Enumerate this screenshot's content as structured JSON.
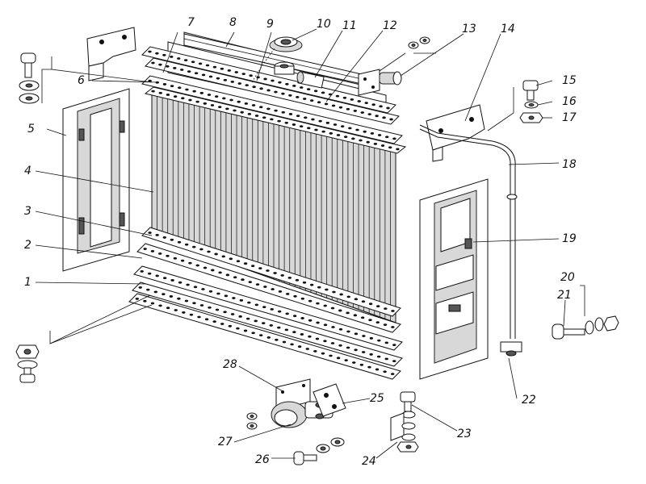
{
  "figure": {
    "callouts": [
      "1",
      "2",
      "3",
      "4",
      "5",
      "6",
      "7",
      "8",
      "9",
      "10",
      "11",
      "12",
      "13",
      "14",
      "15",
      "16",
      "17",
      "18",
      "19",
      "20",
      "21",
      "22",
      "23",
      "24",
      "25",
      "26",
      "27",
      "28"
    ]
  }
}
